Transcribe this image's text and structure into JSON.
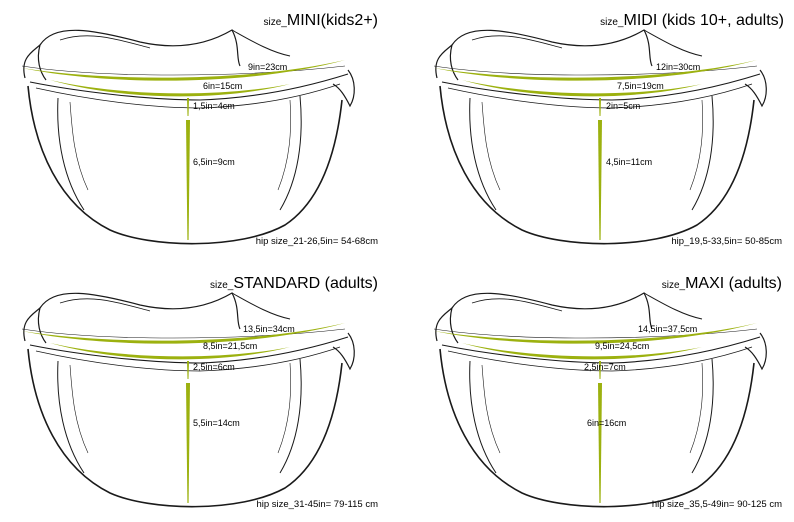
{
  "accent_color": "#9cb10f",
  "line_color": "#1a1a1a",
  "panels": [
    {
      "title_prefix": "size_",
      "title_main": "MINI(kids2+)",
      "measure_top": "9in=23cm",
      "measure_mid": "6in=15cm",
      "measure_small": "1,5in=4cm",
      "measure_height": "6,5in=9cm",
      "hip": "hip size_21-26,5in= 54-68cm"
    },
    {
      "title_prefix": "size_",
      "title_main": "MIDI (kids 10+, adults)",
      "measure_top": "12in=30cm",
      "measure_mid": "7,5in=19cm",
      "measure_small": "2in=5cm",
      "measure_height": "4,5in=11cm",
      "hip": "hip_19,5-33,5in= 50-85cm"
    },
    {
      "title_prefix": "size_",
      "title_main": "STANDARD (adults)",
      "measure_top": "13,5in=34cm",
      "measure_mid": "8,5in=21,5cm",
      "measure_small": "2,5in=6cm",
      "measure_height": "5,5in=14cm",
      "hip": "hip size_31-45in= 79-115 cm"
    },
    {
      "title_prefix": "size_",
      "title_main": "MAXI (adults)",
      "measure_top": "14,5in=37,5cm",
      "measure_mid": "9,5in=24,5cm",
      "measure_small": "2,5in=7cm",
      "measure_height": "6in=16cm",
      "hip": "hip size_35,5-49in= 90-125 cm"
    }
  ]
}
